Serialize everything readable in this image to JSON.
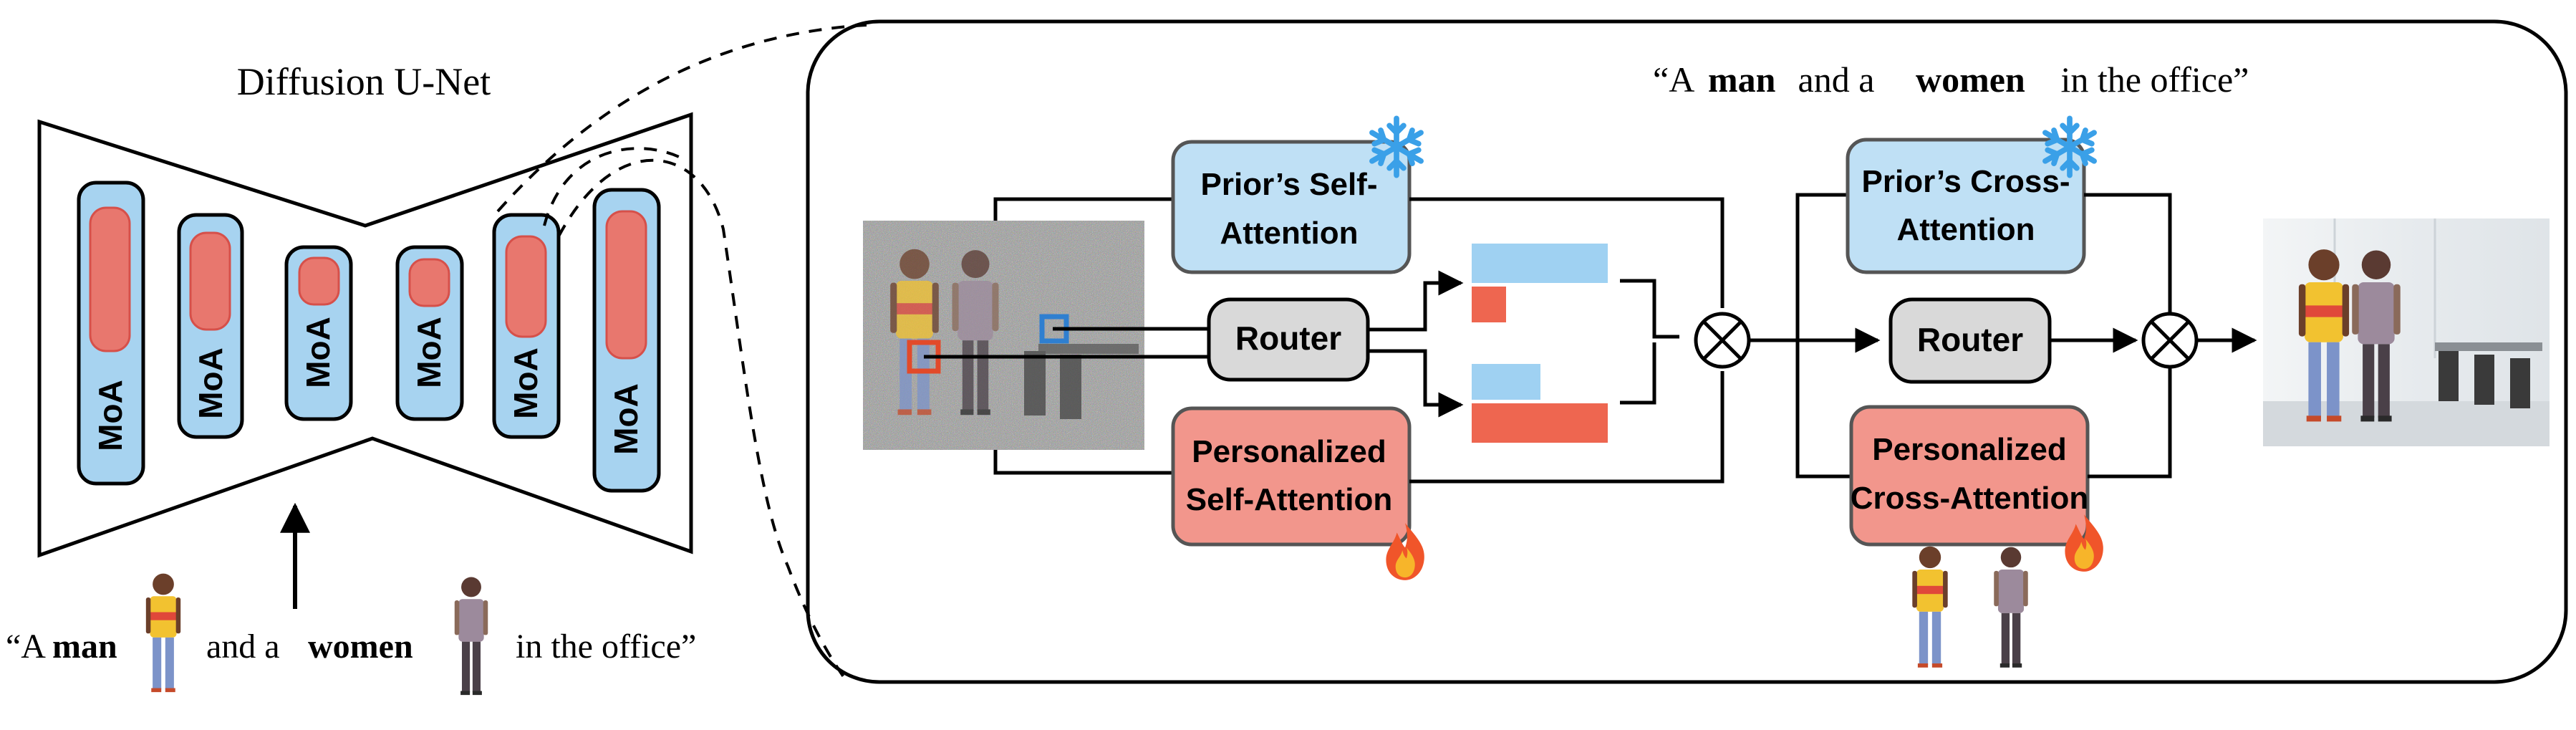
{
  "unet": {
    "title": "Diffusion U-Net",
    "block_label": "MoA",
    "prompt": {
      "open_quote": "“A ",
      "man": "man",
      "and_a": "and a ",
      "women": "women",
      "in_the_office": "in the office”"
    }
  },
  "moa": {
    "prompt": {
      "open": "“A ",
      "man": "man",
      "and_a": " and a ",
      "women": "women",
      "rest": " in the office”"
    },
    "prior_self_attention": [
      "Prior’s Self-",
      "Attention"
    ],
    "personalized_self_attention": [
      "Personalized",
      "Self-Attention"
    ],
    "router_1": "Router",
    "prior_cross_attention": [
      "Prior’s Cross-",
      "Attention"
    ],
    "personalized_cross_attention": [
      "Personalized",
      "Cross-Attention"
    ],
    "router_2": "Router",
    "multiply_symbol": "⊗"
  },
  "colors": {
    "moa_blue": "#a7d3f0",
    "moa_red": "#e8776e",
    "prior_blue": "#bfe0f5",
    "personal_red": "#f2968c",
    "router_gray": "#d9d9d9",
    "bar_blue": "#9fd1f2",
    "bar_red": "#ee6650",
    "patch_blue": "#2f7fd0",
    "patch_red": "#e24a2a"
  },
  "icons": {
    "frozen": "snowflake-icon",
    "trainable": "flame-icon"
  }
}
